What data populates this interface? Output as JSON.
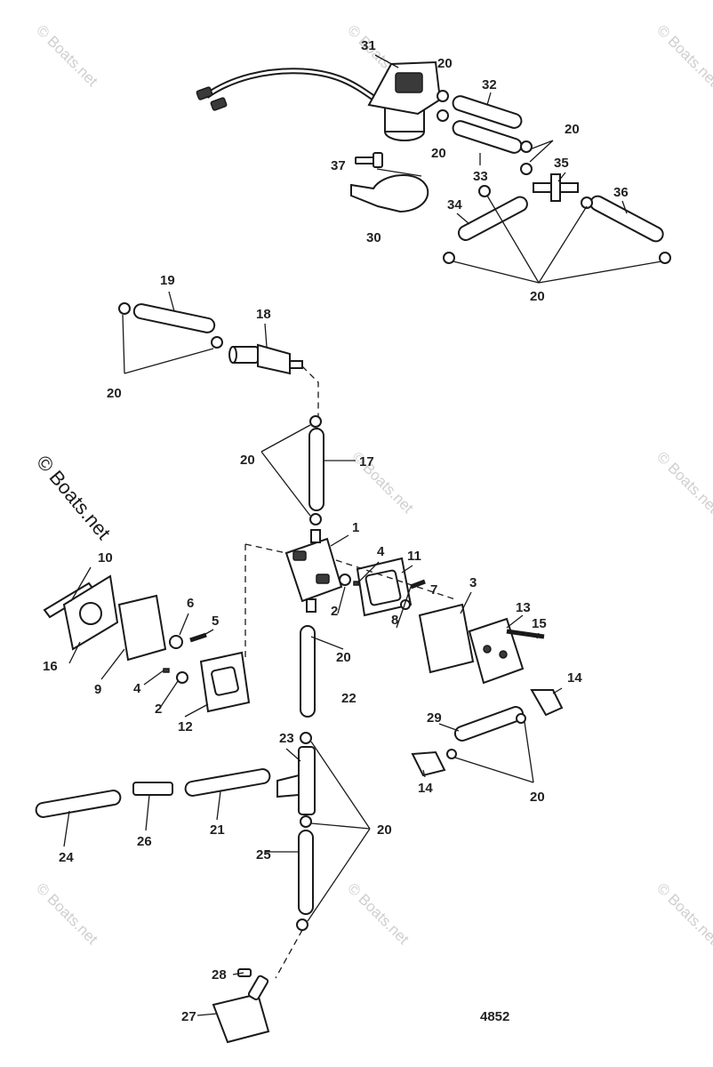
{
  "diagram": {
    "drawing_number": "4852",
    "watermark": "© Boats.net",
    "callouts": [
      "1",
      "2",
      "3",
      "4",
      "5",
      "6",
      "7",
      "8",
      "9",
      "10",
      "11",
      "12",
      "13",
      "14",
      "15",
      "16",
      "17",
      "18",
      "19",
      "20",
      "21",
      "22",
      "23",
      "24",
      "25",
      "26",
      "27",
      "28",
      "29",
      "30",
      "31",
      "32",
      "33",
      "34",
      "35",
      "36",
      "37"
    ]
  }
}
